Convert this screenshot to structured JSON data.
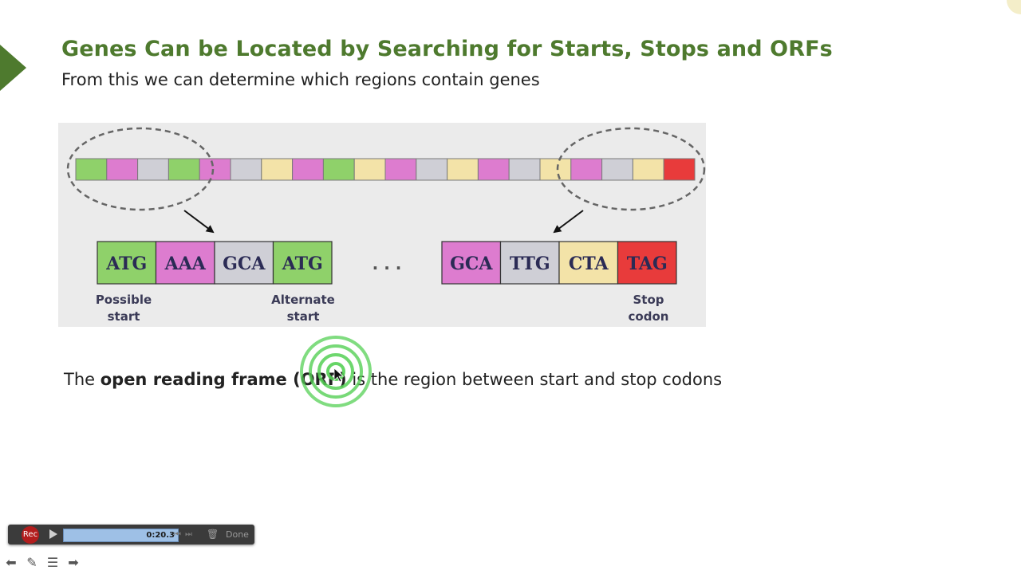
{
  "slide": {
    "title": "Genes Can be Located by Searching for Starts, Stops and ORFs",
    "subtitle": "From this we can determine which regions contain genes"
  },
  "figure": {
    "strip_colors": [
      "green",
      "pink",
      "grey",
      "green",
      "pink",
      "grey",
      "yellow",
      "pink",
      "green",
      "yellow",
      "pink",
      "grey",
      "yellow",
      "pink",
      "grey",
      "yellow",
      "pink",
      "grey",
      "yellow",
      "red"
    ],
    "left_group": [
      {
        "codon": "ATG",
        "color": "green"
      },
      {
        "codon": "AAA",
        "color": "pink"
      },
      {
        "codon": "GCA",
        "color": "grey"
      },
      {
        "codon": "ATG",
        "color": "green"
      }
    ],
    "ellipsis": ". . .",
    "right_group": [
      {
        "codon": "GCA",
        "color": "pink"
      },
      {
        "codon": "TTG",
        "color": "grey"
      },
      {
        "codon": "CTA",
        "color": "yellow"
      },
      {
        "codon": "TAG",
        "color": "red"
      }
    ],
    "labels": {
      "possible_start": [
        "Possible",
        "start"
      ],
      "alternate_start": [
        "Alternate",
        "start"
      ],
      "stop_codon": [
        "Stop",
        "codon"
      ]
    },
    "palette": {
      "green": "#8fd16a",
      "pink": "#dd7ccf",
      "grey": "#cfcfd6",
      "yellow": "#f3e3a8",
      "red": "#e83b3b"
    }
  },
  "body_text": {
    "prefix": "The ",
    "bold": "open reading frame (ORF)",
    "suffix": " is the region between start and stop codons"
  },
  "recorder": {
    "rec_label": "Rec",
    "time": "0:20.3",
    "done_label": "Done"
  },
  "colors": {
    "title_green": "#4e7a2e",
    "click_ring": "#55d055"
  }
}
